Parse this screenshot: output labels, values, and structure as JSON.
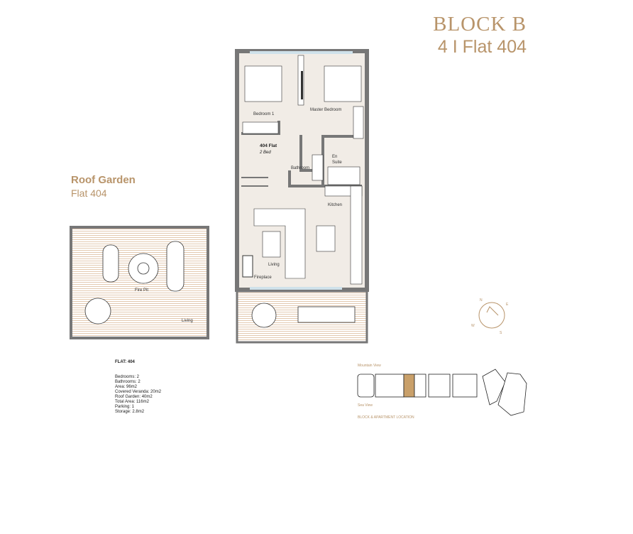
{
  "header": {
    "block": "BLOCK B",
    "flat": "4 I Flat 404"
  },
  "roof_garden": {
    "title": "Roof Garden",
    "subtitle": "Flat 404",
    "labels": {
      "fire_pit": "Fire Pit",
      "living": "Living"
    }
  },
  "plan_labels": {
    "bedroom1": "Bedroom 1",
    "master": "Master Bedroom",
    "flat_name": "404 Flat",
    "flat_type": "2 Bed",
    "bathroom": "Bathroom",
    "en": "En",
    "suite": "Suite",
    "kitchen": "Kitchen",
    "living": "Living",
    "fireplace": "Fireplace"
  },
  "compass": {
    "n": "N",
    "e": "E",
    "s": "S",
    "w": "W"
  },
  "specs": {
    "heading": "FLAT: 404",
    "items": [
      "Bedrooms: 2",
      "Bathrooms: 2",
      "Area: 96m2",
      "Covered Veranda: 20m2",
      "Roof Garden: 40m2",
      "Total Area: 116m2",
      "Parking: 1",
      "Storage: 2.8m2"
    ]
  },
  "location": {
    "mountain": "Mountain View",
    "sea": "Sea View",
    "caption": "BLOCK & APARTMENT LOCATION"
  },
  "colors": {
    "accent": "#b8946a",
    "wall": "#7a7a7a",
    "floor": "#f1ece6",
    "highlight": "#c9a06a"
  }
}
